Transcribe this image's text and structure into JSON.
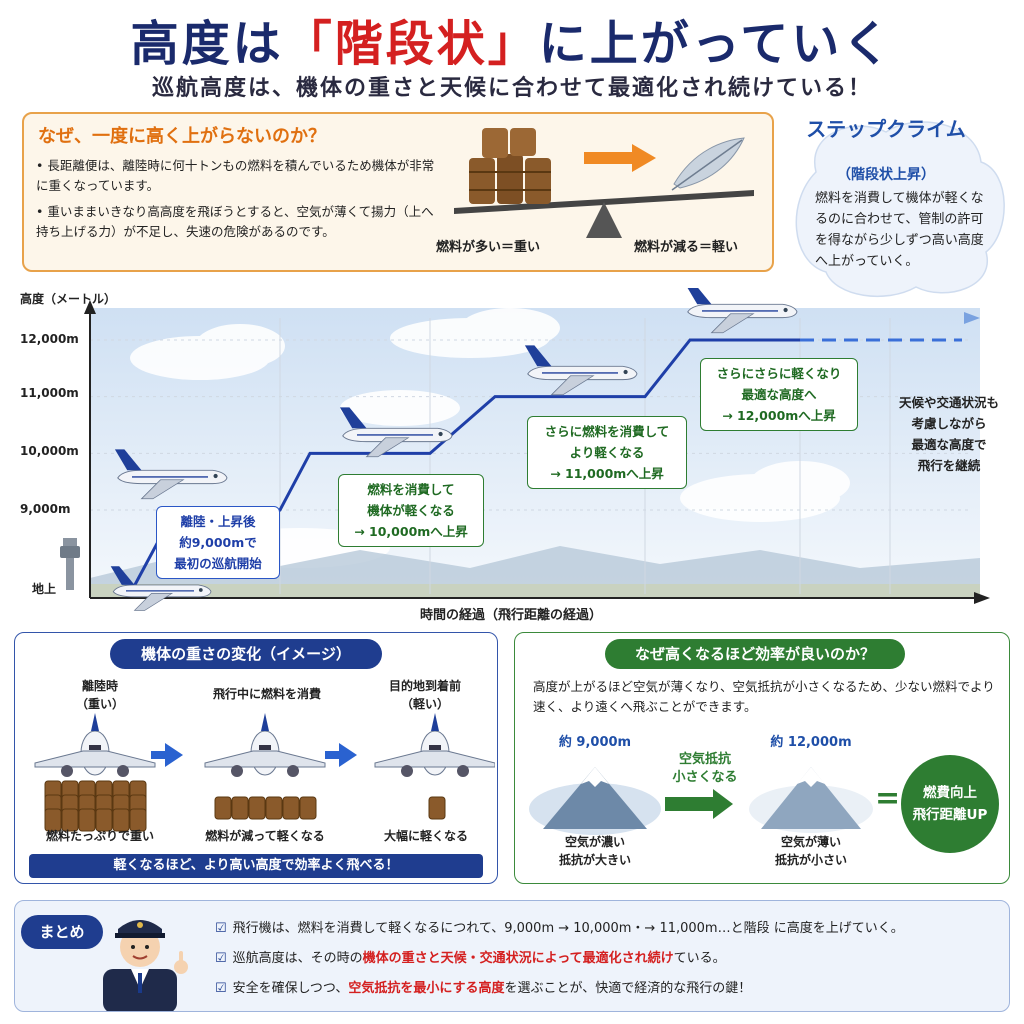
{
  "header": {
    "title_pre": "高度は",
    "title_hl": "「階段状」",
    "title_post": "に上がっていく",
    "subtitle": "巡航高度は、機体の重さと天候に合わせて最適化され続けている！"
  },
  "why": {
    "title": "なぜ、一度に高く上がらないのか？",
    "item1": "長距離便は、離陸時に何十トンもの燃料を積んでいるため機体が非常に重くなっています。",
    "item2": "重いままいきなり高高度を飛ぼうとすると、空気が薄くて揚力（上へ持ち上げる力）が不足し、失速の危険があるのです。",
    "caption_heavy": "燃料が多い＝重い",
    "caption_light": "燃料が減る＝軽い"
  },
  "step_climb": {
    "title": "ステップクライム",
    "subtitle": "（階段状上昇）",
    "desc": "燃料を消費して機体が軽くなるのに合わせて、管制の許可を得ながら少しずつ高い高度へ上がっていく。"
  },
  "chart": {
    "ylabel": "高度（メートル）",
    "xlabel": "時間の経過（飛行距離の経過）",
    "ticks": [
      "12,000m",
      "11,000m",
      "10,000m",
      "9,000m",
      "地上"
    ],
    "note1": "離陸・上昇後\n約9,000mで\n最初の巡航開始",
    "note2": "燃料を消費して\n機体が軽くなる\n→ 10,000mへ上昇",
    "note3": "さらに燃料を消費して\nより軽くなる\n→ 11,000mへ上昇",
    "note4": "さらにさらに軽くなり\n最適な高度へ\n→ 12,000mへ上昇",
    "note5": "天候や交通状況も\n考慮しながら\n最適な高度で\n飛行を継続"
  },
  "chart_data": {
    "type": "line",
    "ylabel": "高度（メートル）",
    "xlabel": "時間の経過（飛行距離の経過）",
    "y_ticks": [
      "地上",
      "9,000m",
      "10,000m",
      "11,000m",
      "12,000m"
    ],
    "series": [
      {
        "values": [
          0,
          9000,
          9000,
          10000,
          10000,
          11000,
          11000,
          12000,
          12000
        ]
      }
    ],
    "grid": true
  },
  "weight": {
    "title": "機体の重さの変化（イメージ）",
    "stage1_label": "離陸時\n（重い）",
    "stage2_label": "飛行中に燃料を消費",
    "stage3_label": "目的地到着前\n（軽い）",
    "stage1_cap": "燃料たっぷりで重い",
    "stage2_cap": "燃料が減って軽くなる",
    "stage3_cap": "大幅に軽くなる",
    "bottom": "軽くなるほど、より高い高度で効率よく飛べる！"
  },
  "efficiency": {
    "title": "なぜ高くなるほど効率が良いのか？",
    "desc": "高度が上がるほど空気が薄くなり、空気抵抗が小さくなるため、少ない燃料でより速く、より遠くへ飛ぶことができます。",
    "low_alt": "約 9,000m",
    "high_alt": "約 12,000m",
    "arrow_label": "空気抵抗\n小さくなる",
    "low_cap": "空気が濃い\n抵抗が大きい",
    "high_cap": "空気が薄い\n抵抗が小さい",
    "result_1": "燃費向上",
    "result_2": "飛行距離UP"
  },
  "summary": {
    "badge": "まとめ",
    "line1": "飛行機は、燃料を消費して軽くなるにつれて、9,000m → 10,000m・→ 11,000m…と階段 に高度を上げていく。",
    "line2_a": "巡航高度は、その時の",
    "line2_red": "機体の重さと天候・交通状況によって最適化され続け",
    "line2_b": "ている。",
    "line3_a": "安全を確保しつつ、",
    "line3_red": "空気抵抗を最小にする高度",
    "line3_b": "を選ぶことが、快適で経済的な飛行の鍵！"
  },
  "colors": {
    "navy": "#1f3d8f",
    "red": "#d42020",
    "green": "#2e7d32",
    "orange": "#e07010"
  }
}
